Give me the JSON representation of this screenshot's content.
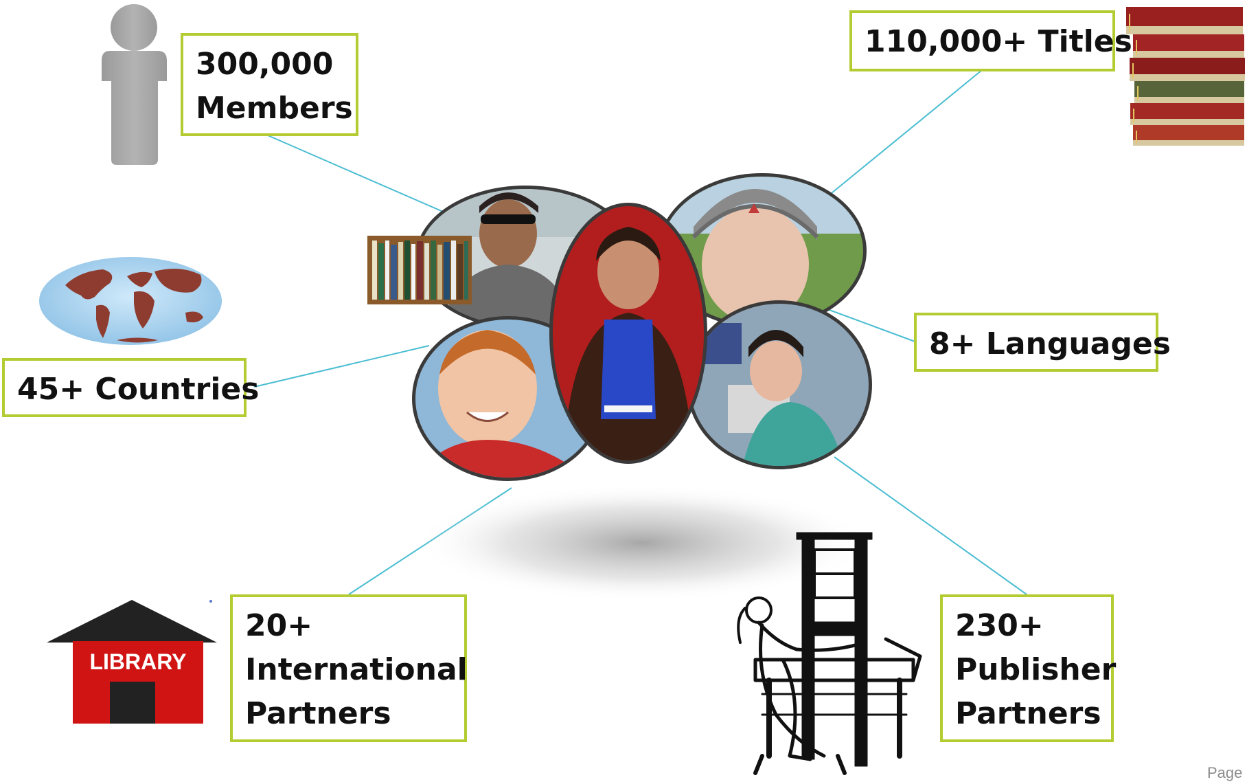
{
  "stats": {
    "members": [
      "300,000",
      "Members"
    ],
    "titles": [
      "110,000+ Titles"
    ],
    "countries": [
      "45+ Countries"
    ],
    "languages": [
      "8+ Languages"
    ],
    "international": [
      "20+",
      "International",
      "Partners"
    ],
    "publishers": [
      "230+",
      "Publisher",
      "Partners"
    ]
  },
  "icons": {
    "members": "person-icon",
    "titles": "book-stack-icon",
    "countries": "world-map-icon",
    "international": "library-building-icon",
    "publishers": "printing-press-icon"
  },
  "library_sign": "LIBRARY",
  "page_label": "Page",
  "colors": {
    "box_border": "#b4cc32",
    "connector": "#4bbdd2",
    "library_red": "#d01414",
    "library_roof": "#222222"
  }
}
